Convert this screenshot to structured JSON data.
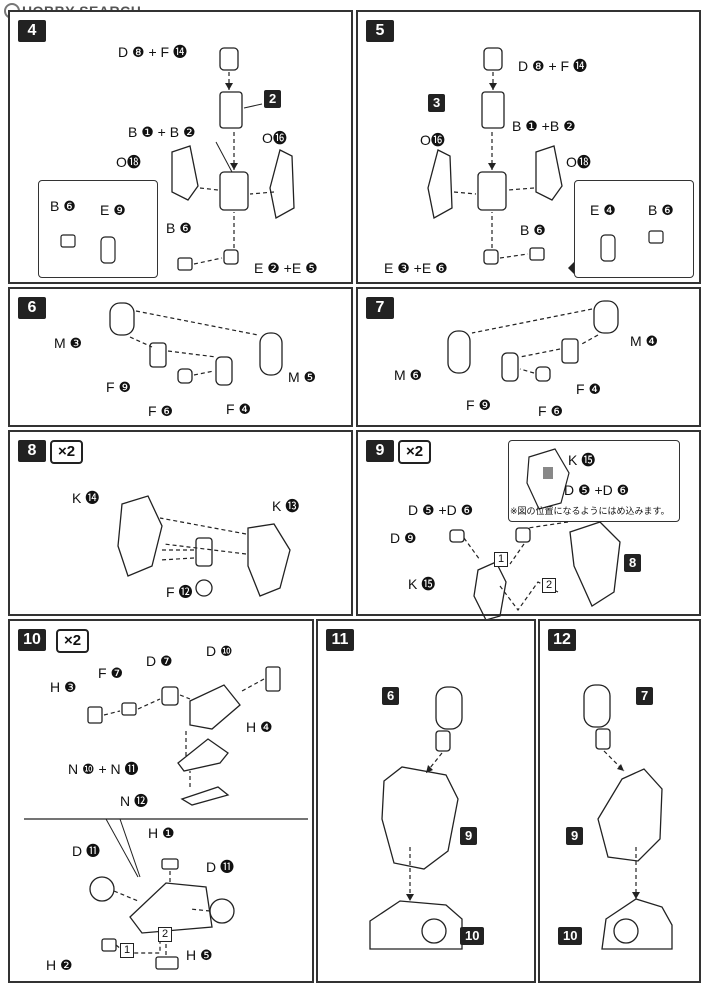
{
  "brand": {
    "text": "HOBBY SEARCH"
  },
  "colors": {
    "ink": "#222222",
    "paper": "#ffffff"
  },
  "steps": {
    "s4": {
      "num": "4",
      "labels": [
        "D ❽ + F ⓮",
        "B ❶ + B ❷",
        "O⓰",
        "O⓲",
        "B ❻",
        "E ❾",
        "B ❻",
        "E ❷ +E ❺"
      ],
      "tag": "2"
    },
    "s5": {
      "num": "5",
      "labels": [
        "D ❽ + F ⓮",
        "B ❶ +B ❷",
        "O⓰",
        "O⓲",
        "E ❹",
        "B ❻",
        "B ❻",
        "E ❸ +E ❻"
      ],
      "tag": "3"
    },
    "s6": {
      "num": "6",
      "labels": [
        "M ❸",
        "M ❺",
        "F ❾",
        "F ❻",
        "F ❹"
      ]
    },
    "s7": {
      "num": "7",
      "labels": [
        "M ❹",
        "M ❻",
        "F ❹",
        "F ❾",
        "F ❻"
      ]
    },
    "s8": {
      "num": "8",
      "times": "×2",
      "labels": [
        "K ⓮",
        "K ⓭",
        "F ⓬"
      ]
    },
    "s9": {
      "num": "9",
      "times": "×2",
      "labels": [
        "K ⓯",
        "D ❺ +D ❻",
        "D ❺ +D ❻",
        "D ❾",
        "K ⓯"
      ],
      "note": "※図の位置になるようにはめ込みます。",
      "tag": "8",
      "b1": "1",
      "b2": "2"
    },
    "s10": {
      "num": "10",
      "times": "×2",
      "labels": [
        "H ❸",
        "F ❼",
        "D ❼",
        "D ❿",
        "H ❹",
        "N ❿ + N ⓫",
        "N ⓬",
        "H ❶",
        "D ⓫",
        "D ⓫",
        "H ❷",
        "H ❺"
      ],
      "b1": "1",
      "b2": "2"
    },
    "s11": {
      "num": "11",
      "tags": [
        "6",
        "9",
        "10"
      ]
    },
    "s12": {
      "num": "12",
      "tags": [
        "7",
        "9",
        "10"
      ]
    }
  }
}
